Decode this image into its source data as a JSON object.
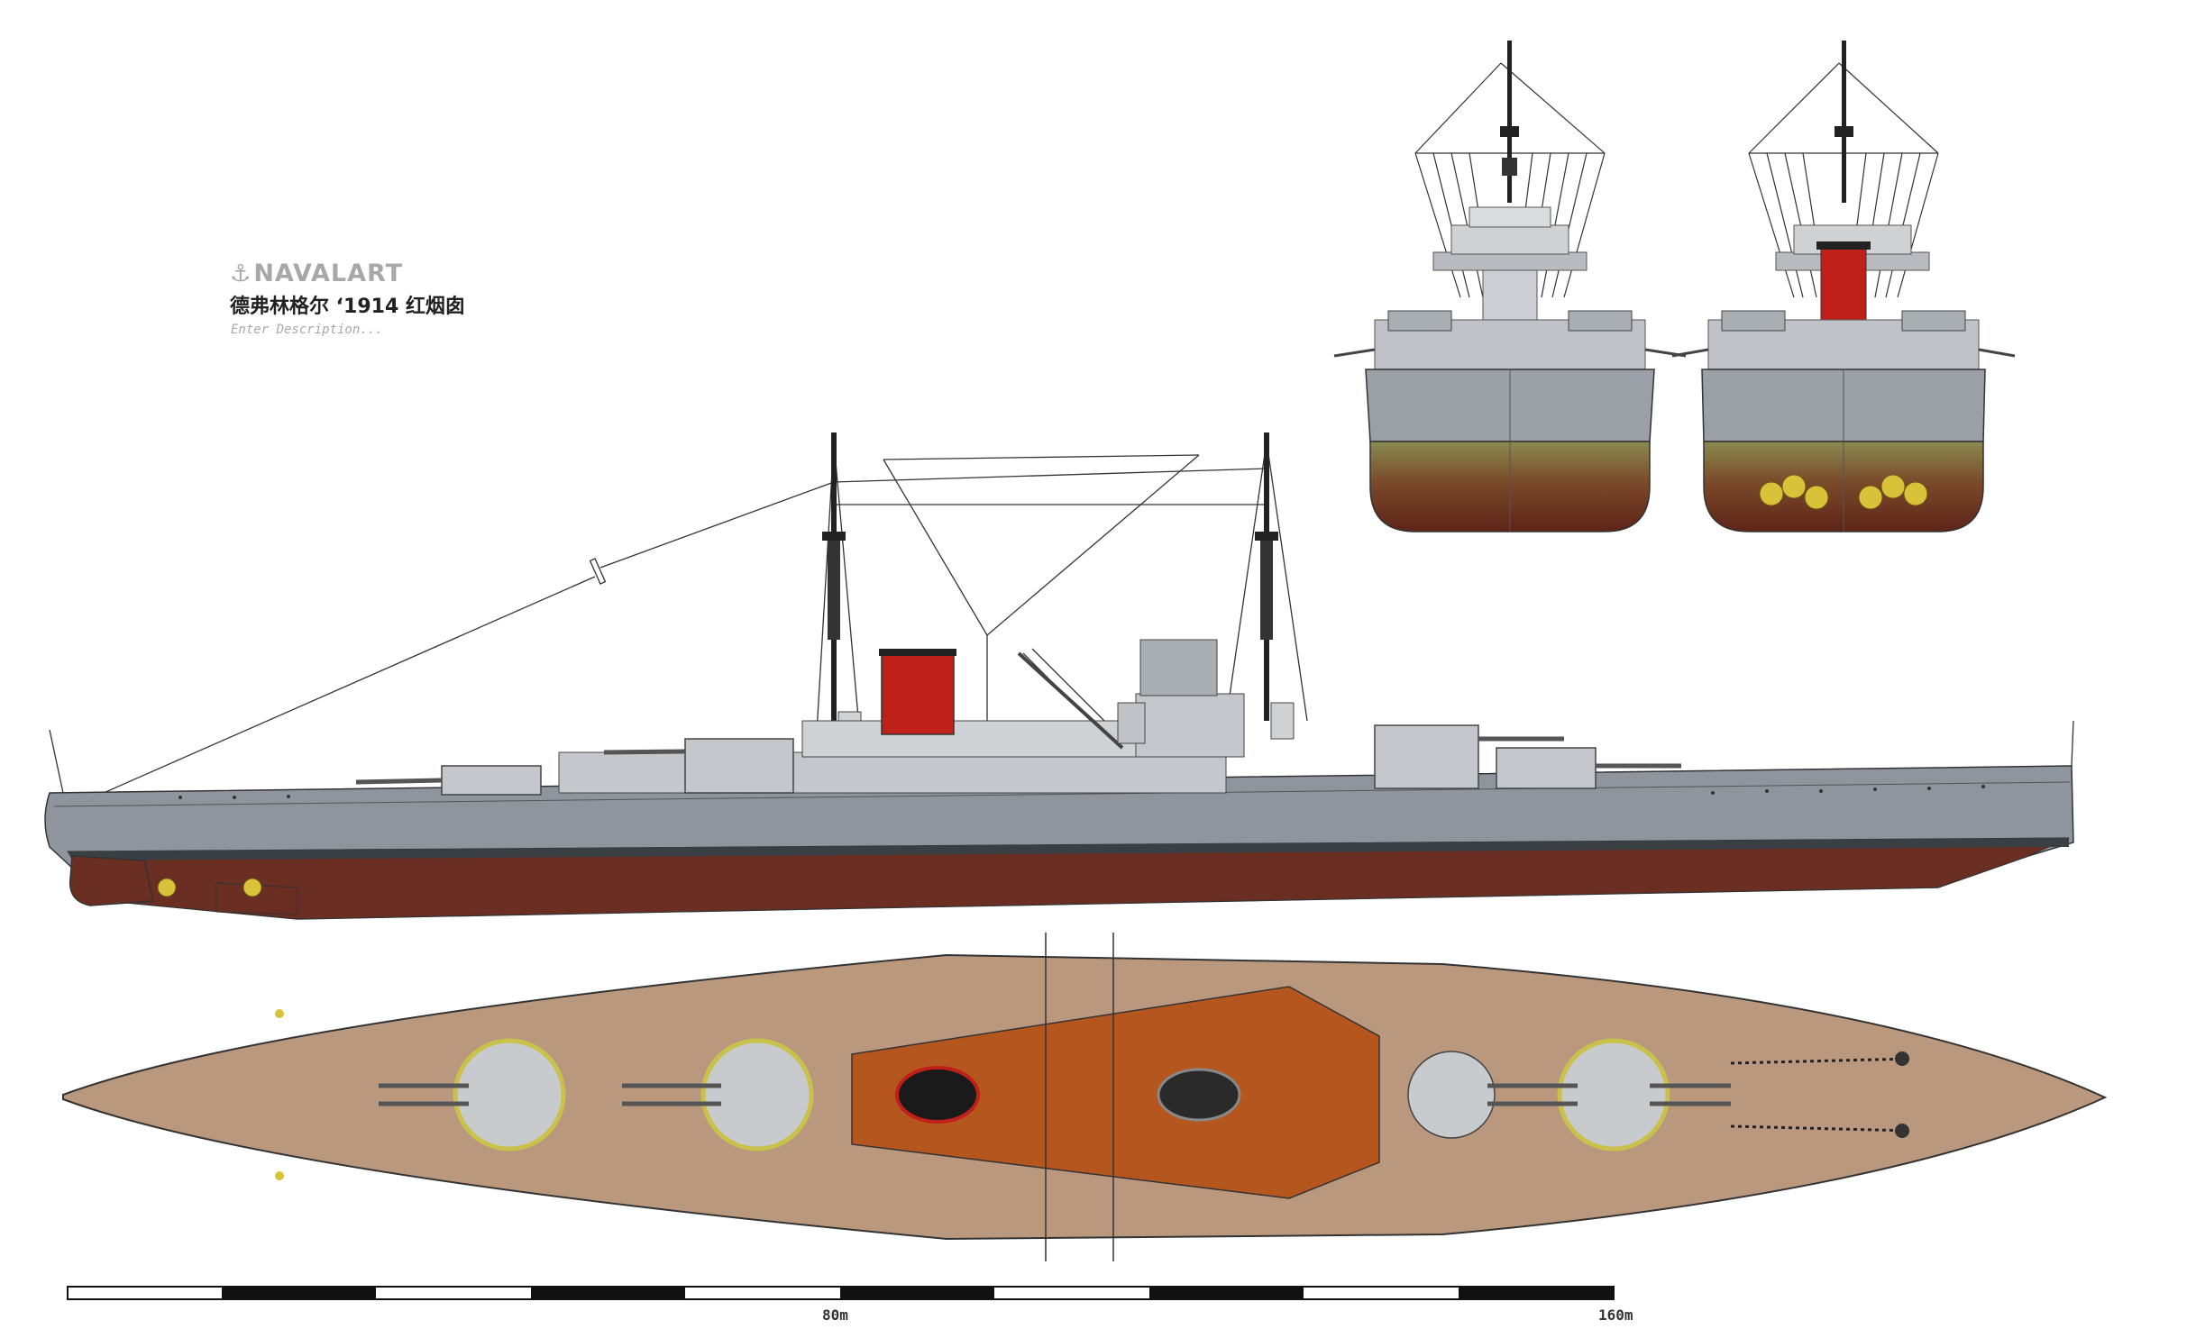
{
  "header": {
    "brand": "NAVALART",
    "title": "德弗林格尔 ‘1914 红烟囱",
    "description": "Enter Description..."
  },
  "scale": {
    "mid_label": "80m",
    "end_label": "160m"
  },
  "colors": {
    "hull_gray": "#8e959c",
    "superstructure_gray": "#c4c8cc",
    "antifouling_red": "#6b2e22",
    "boot_top": "#3a3f44",
    "deck_wood": "#b9987e",
    "funnel_red": "#c0201a",
    "superstructure_deck": "#b5561f",
    "turret_ring_yellow": "#c9c24a",
    "propeller_yellow": "#d8c23a"
  }
}
